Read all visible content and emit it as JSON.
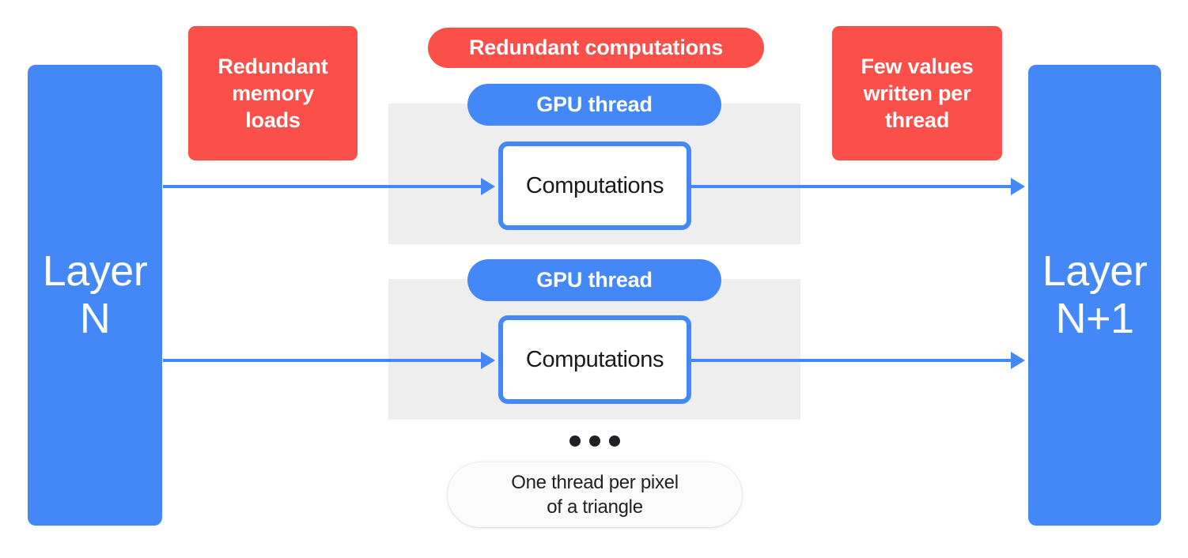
{
  "diagram": {
    "title": "GPU thread redundancy in layer-to-layer computation",
    "colors": {
      "blue": "#4488f8",
      "red": "#fb504a",
      "panel_gray": "#eeeeee",
      "text_dark": "#202124",
      "white": "#ffffff"
    }
  },
  "layers": {
    "input": {
      "label": "Layer\nN"
    },
    "output": {
      "label": "Layer\nN+1"
    }
  },
  "callouts": {
    "memory_loads": {
      "label": "Redundant\nmemory\nloads"
    },
    "redundant_computations": {
      "label": "Redundant computations"
    },
    "few_values": {
      "label": "Few values\nwritten per\nthread"
    }
  },
  "threads": [
    {
      "pill_label": "GPU thread",
      "computation_label": "Computations"
    },
    {
      "pill_label": "GPU thread",
      "computation_label": "Computations"
    }
  ],
  "ellipsis": {
    "dot_count": 3
  },
  "note": {
    "label": "One thread per pixel\nof a triangle"
  }
}
